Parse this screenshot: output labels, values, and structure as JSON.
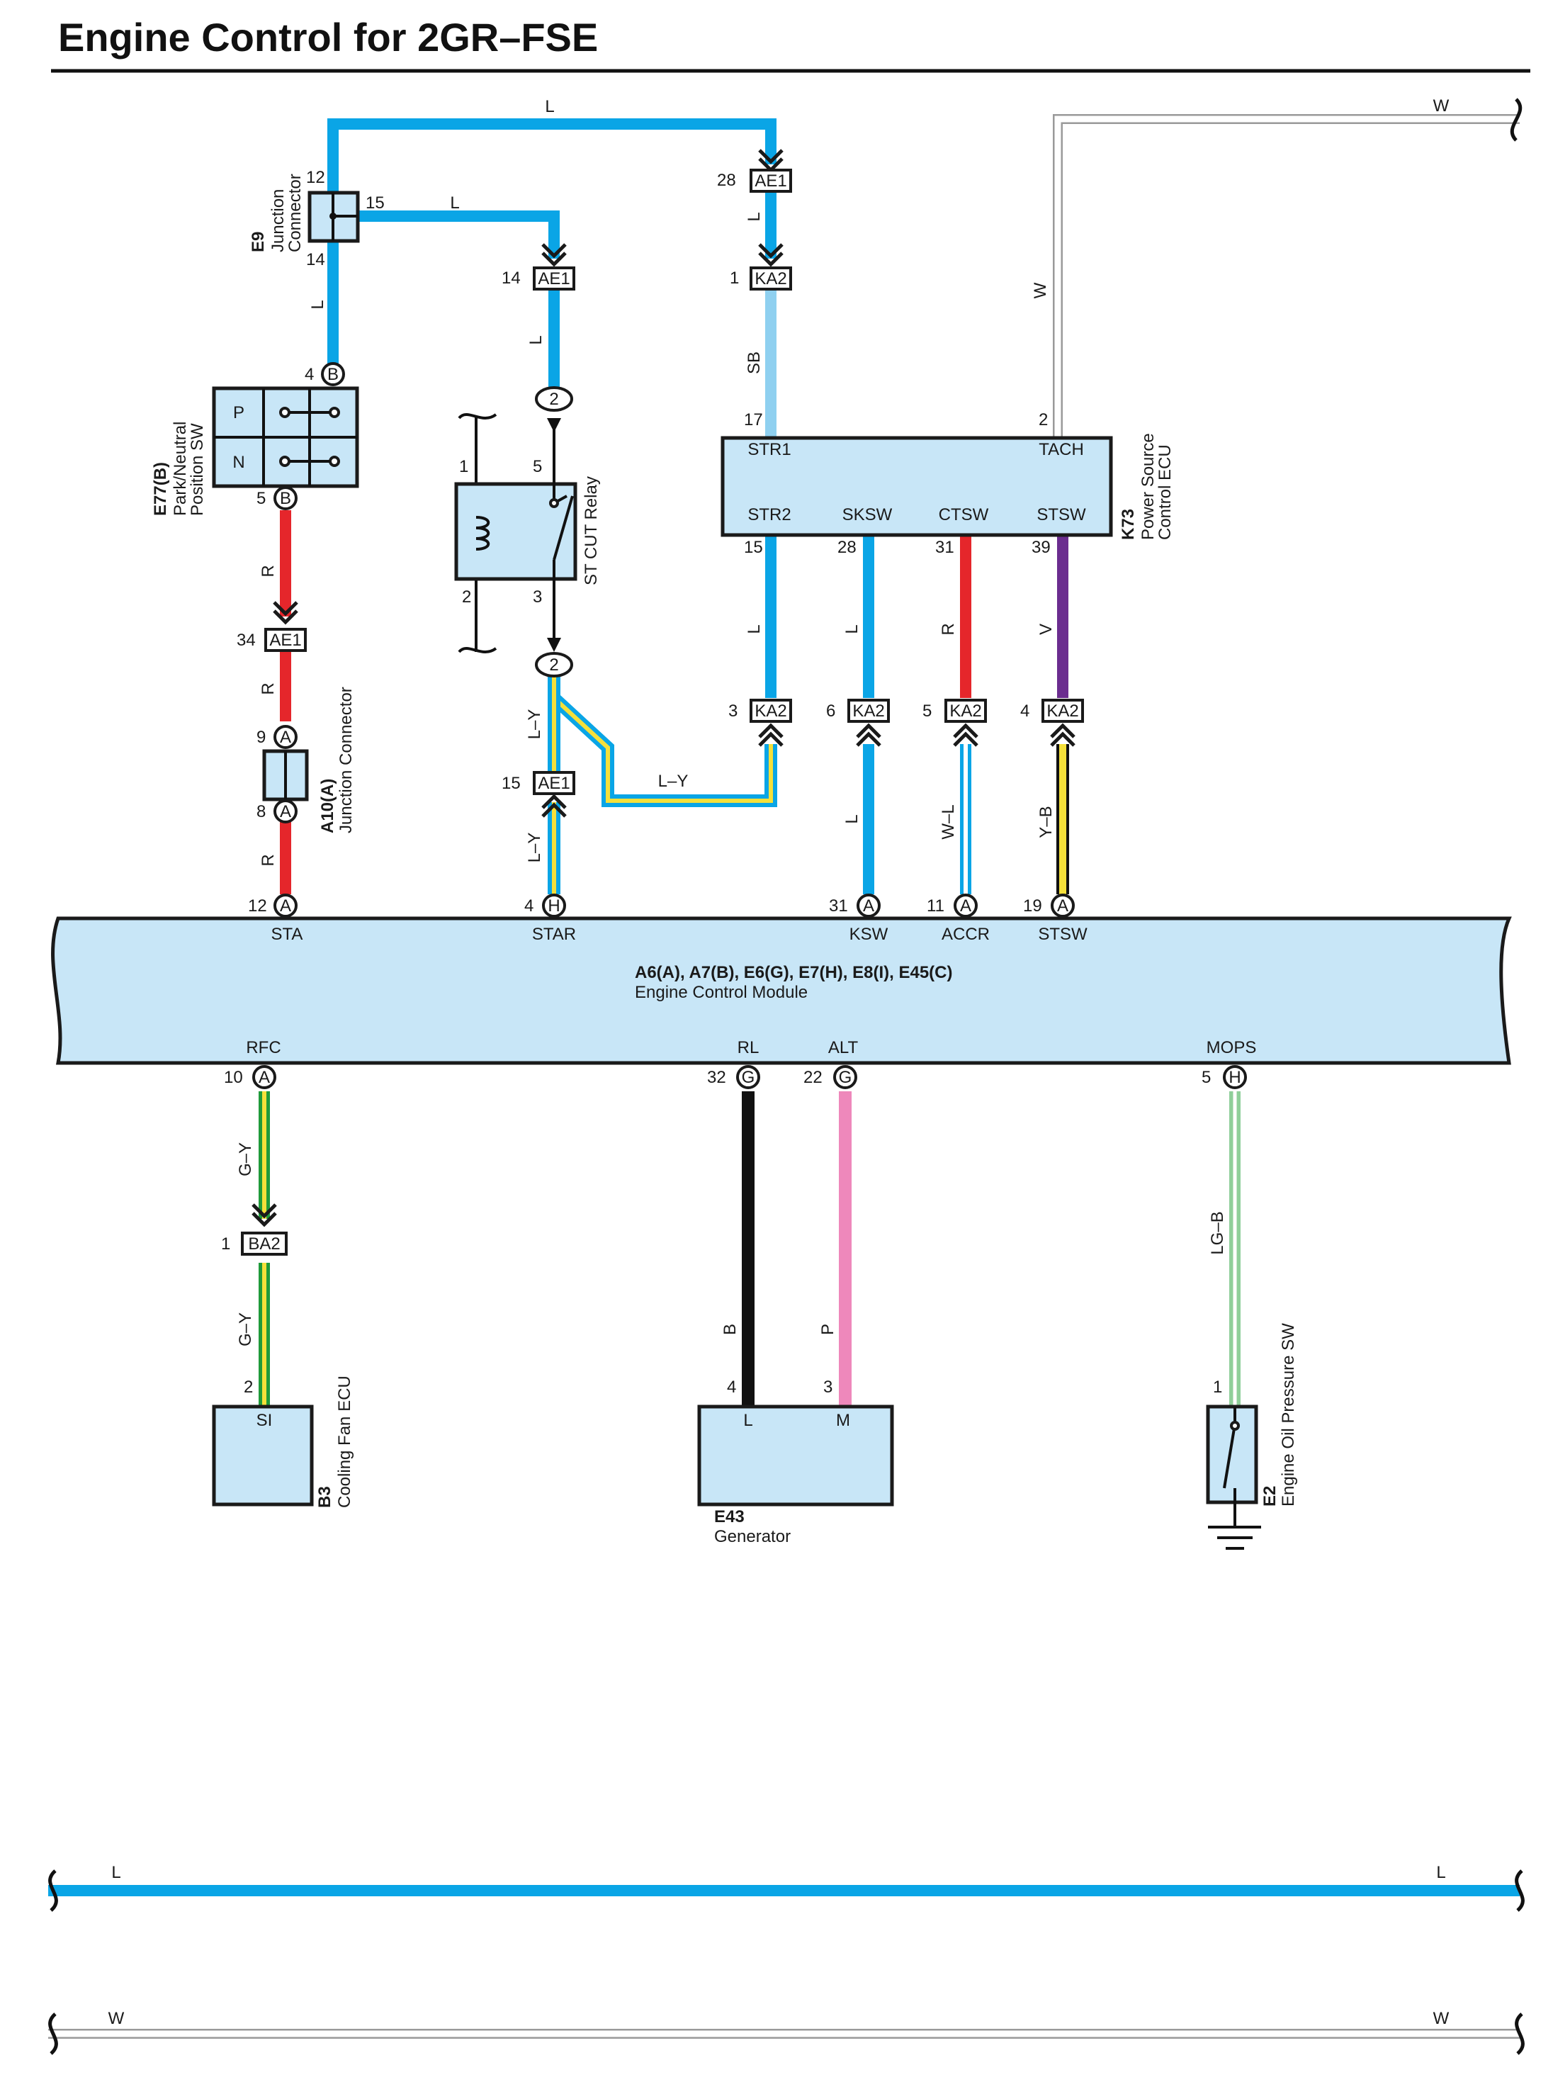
{
  "title": "Engine Control for 2GR–FSE",
  "colors": {
    "L": "#0aa5e6",
    "SB": "#8fd0f0",
    "R": "#e5262b",
    "V": "#6b2d8f",
    "B": "#111111",
    "P": "#ee88bb",
    "W": "#b0b0b0",
    "Y": "#f5e03a",
    "G": "#1f9a3a",
    "LG": "#8fcf9a",
    "box": "#c8e6f7"
  },
  "wire_labels": {
    "top_l": "L",
    "e9_15_l": "L",
    "e9_down_l": "L",
    "relay_top_l": "L",
    "ae1_ka2_l": "L",
    "sb": "SB",
    "top_w": "W",
    "tach_w": "W",
    "r1": "R",
    "r2": "R",
    "r3": "R",
    "ly1": "L–Y",
    "ly2": "L–Y",
    "ly3": "L–Y",
    "str2_l": "L",
    "sksw_l": "L",
    "ctsw_r": "R",
    "stsw_v": "V",
    "ksw_l": "L",
    "accr_wl": "W–L",
    "stsw_yb": "Y–B",
    "gy1": "G–Y",
    "gy2": "G–Y",
    "b": "B",
    "p": "P",
    "lgb": "LG–B",
    "bottom_l_left": "L",
    "bottom_l_right": "L",
    "bottom_w_left": "W",
    "bottom_w_right": "W"
  },
  "connectors": {
    "ae1": "AE1",
    "ka2": "KA2",
    "ba2": "BA2"
  },
  "pins": {
    "e9_12": "12",
    "e9_15": "15",
    "e9_14": "14",
    "ae1_28": "28",
    "ka2_1": "1",
    "ae1_14": "14",
    "e77_4": "4",
    "e77_5": "5",
    "b": "B",
    "relay_top": "2",
    "relay_bot": "2",
    "relay_1": "1",
    "relay_2": "2",
    "relay_5": "5",
    "relay_3": "3",
    "k73_17": "17",
    "k73_2": "2",
    "k73_15": "15",
    "k73_28": "28",
    "k73_31": "31",
    "k73_39": "39",
    "ae1_34": "34",
    "a10_9": "9",
    "a10_8": "8",
    "a": "A",
    "ka2_3": "3",
    "ka2_6": "6",
    "ka2_5": "5",
    "ka2_4": "4",
    "ae1_15": "15",
    "ecm_12": "12",
    "ecm_4": "4",
    "ecm_31": "31",
    "ecm_11": "11",
    "ecm_19": "19",
    "h": "H",
    "g": "G",
    "ecm_10": "10",
    "ecm_32": "32",
    "ecm_22": "22",
    "ecm_5": "5",
    "ba2_1": "1",
    "b3_2": "2",
    "e43_4": "4",
    "e43_3": "3",
    "e2_1": "1"
  },
  "components": {
    "e9_code": "E9",
    "e9_name1": "Junction",
    "e9_name2": "Connector",
    "e77_code": "E77(B)",
    "e77_name1": "Park/Neutral",
    "e77_name2": "Position SW",
    "e77_p": "P",
    "e77_n": "N",
    "relay_name": "ST CUT Relay",
    "k73_code": "K73",
    "k73_name1": "Power Source",
    "k73_name2": "Control ECU",
    "k73_str1": "STR1",
    "k73_tach": "TACH",
    "k73_str2": "STR2",
    "k73_sksw": "SKSW",
    "k73_ctsw": "CTSW",
    "k73_stsw": "STSW",
    "a10_code": "A10(A)",
    "a10_name": "Junction Connector",
    "ecm_codes": "A6(A), A7(B), E6(G), E7(H), E8(I), E45(C)",
    "ecm_name": "Engine Control Module",
    "ecm_sta": "STA",
    "ecm_star": "STAR",
    "ecm_ksw": "KSW",
    "ecm_accr": "ACCR",
    "ecm_stsw": "STSW",
    "ecm_rfc": "RFC",
    "ecm_rl": "RL",
    "ecm_alt": "ALT",
    "ecm_mops": "MOPS",
    "b3_code": "B3",
    "b3_name": "Cooling Fan ECU",
    "b3_si": "SI",
    "e43_code": "E43",
    "e43_name": "Generator",
    "e43_l": "L",
    "e43_m": "M",
    "e2_code": "E2",
    "e2_name": "Engine Oil Pressure SW"
  }
}
